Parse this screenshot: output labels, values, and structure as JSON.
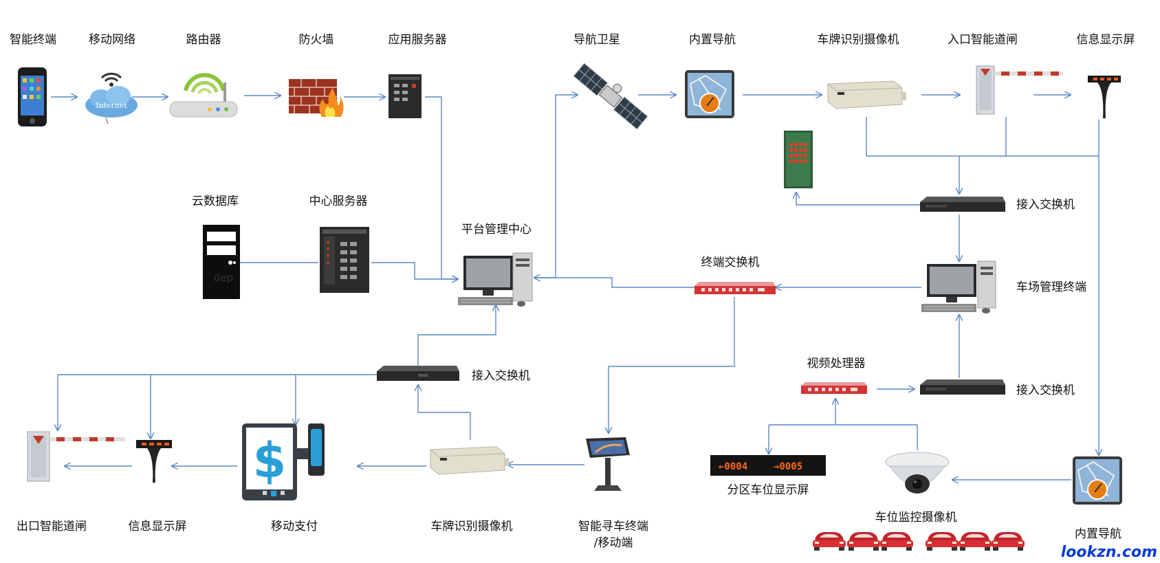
{
  "colors": {
    "connector": "#5b87c6",
    "label": "#111111",
    "watermark": "#0a3dd6",
    "barrier_arm": "#c0392b",
    "display_digits": "#ff6a1a"
  },
  "nodes": {
    "smart_terminal": "智能终端",
    "mobile_network": "移动网络",
    "internet_cloud": "Internet",
    "router": "路由器",
    "firewall": "防火墙",
    "app_server": "应用服务器",
    "nav_satellite": "导航卫星",
    "builtin_nav_top": "内置导航",
    "plate_camera_top": "车牌识别摄像机",
    "entry_gate": "入口智能道闸",
    "info_display_top": "信息显示屏",
    "cloud_database": "云数据库",
    "db_logo_text": "dep",
    "central_server": "中心服务器",
    "platform_center": "平台管理中心",
    "access_switch_right_top": "接入交换机",
    "terminal_switch": "终端交换机",
    "parking_terminal": "车场管理终端",
    "access_switch_center": "接入交换机",
    "video_processor": "视频处理器",
    "access_switch_right_bottom": "接入交换机",
    "zone_display": "分区车位显示屏",
    "zone_display_left": "←0004",
    "zone_display_right": "→0005",
    "space_camera": "车位监控摄像机",
    "builtin_nav_bottom": "内置导航",
    "exit_gate": "出口智能道闸",
    "info_display_bottom": "信息显示屏",
    "mobile_payment": "移动支付",
    "plate_camera_bottom": "车牌识别摄像机",
    "car_finder_line1": "智能寻车终端",
    "car_finder_line2": "/移动端"
  },
  "watermark": "lookzn.com",
  "icons": {
    "smart_terminal": "smartphone-icon",
    "mobile_network": "wifi-cloud-icon",
    "router": "router-icon",
    "firewall": "firewall-icon",
    "app_server": "server-icon",
    "nav_satellite": "satellite-icon",
    "builtin_nav": "navigation-device-icon",
    "plate_camera": "box-camera-icon",
    "gate": "barrier-gate-icon",
    "info_display": "display-pole-icon",
    "cloud_database": "tower-server-icon",
    "central_server": "rack-server-icon",
    "platform_center": "desktop-computer-icon",
    "switch": "network-switch-icon",
    "terminal_switch": "red-switch-icon",
    "video_processor": "red-switch-icon",
    "zone_display": "led-display-icon",
    "space_camera": "dome-camera-icon",
    "cars": "car-icon",
    "mobile_payment": "payment-terminal-icon",
    "car_finder": "kiosk-icon",
    "control_panel": "control-panel-icon"
  }
}
